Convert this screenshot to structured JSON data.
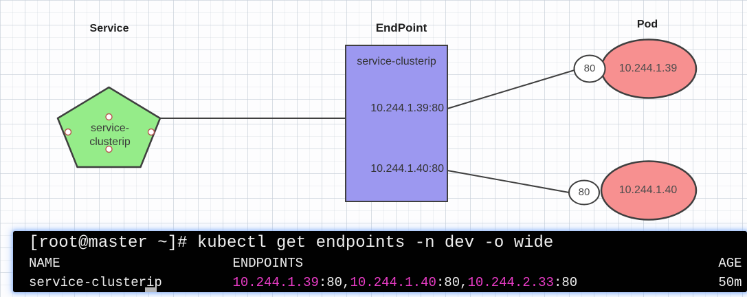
{
  "diagram": {
    "section_titles": {
      "service": "Service",
      "endpoint": "EndPoint",
      "pod": "Pod"
    },
    "service_node": {
      "line1": "service-",
      "line2": "clusterip"
    },
    "endpoint_node": {
      "title": "service-clusterip",
      "endpoints": [
        "10.244.1.39:80",
        "10.244.1.40:80"
      ]
    },
    "pods": [
      {
        "port": "80",
        "ip": "10.244.1.39"
      },
      {
        "port": "80",
        "ip": "10.244.1.40"
      }
    ],
    "colors": {
      "service_fill": "#95ec89",
      "endpoint_fill": "#9c98f0",
      "pod_fill": "#f79090",
      "port_fill": "#ffffff",
      "stroke": "#3f3f3f",
      "connection_dot_ring": "#b85450"
    }
  },
  "terminal": {
    "colors": {
      "bg": "#010101",
      "fg": "#eeeeee",
      "magenta": "#e93cc6",
      "cursor": "#b3b3b3",
      "glow": "#9cc2f5"
    },
    "lines": [
      {
        "large": true,
        "segments": [
          {
            "t": "[root@master ~]# kubectl get endpoints -n dev -o wide"
          }
        ]
      },
      {
        "segments": [
          {
            "t": "NAME                      ENDPOINTS                                                     AGE"
          }
        ]
      },
      {
        "segments": [
          {
            "t": "service-clusterip         "
          },
          {
            "t": "10.244.1.39",
            "c": "magenta"
          },
          {
            "t": ":80,"
          },
          {
            "t": "10.244.1.40",
            "c": "magenta"
          },
          {
            "t": ":80,"
          },
          {
            "t": "10.244.2.33",
            "c": "magenta"
          },
          {
            "t": ":80                  50m"
          }
        ]
      }
    ]
  }
}
